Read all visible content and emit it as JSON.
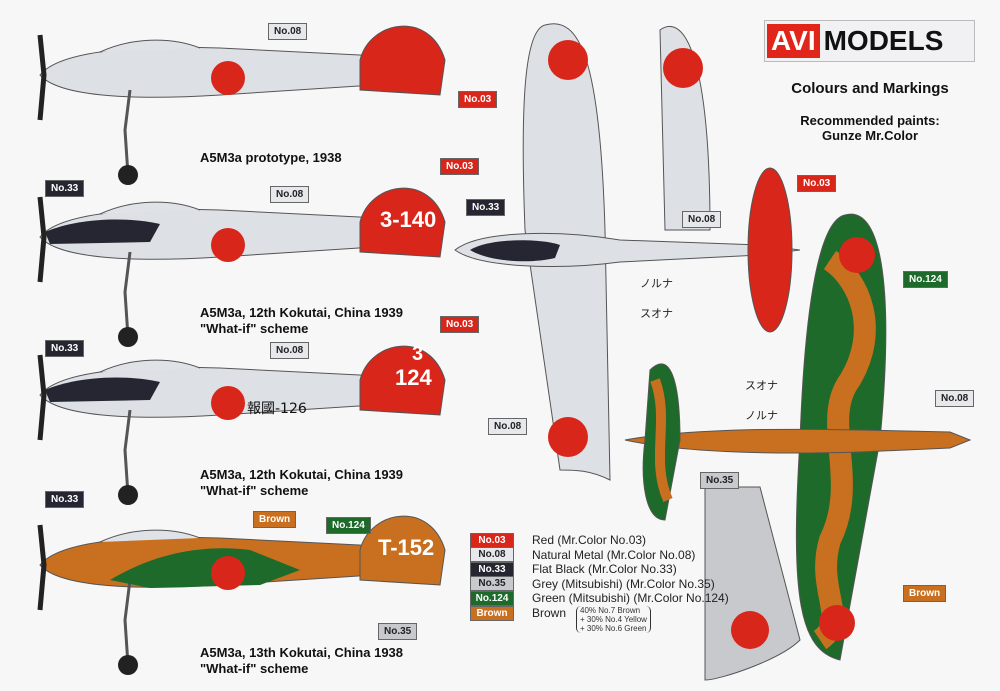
{
  "brand": {
    "left": "AVI",
    "right": "MODELS"
  },
  "heading": "Colours and Markings",
  "paints": {
    "line1": "Recommended paints:",
    "line2": "Gunze Mr.Color"
  },
  "schemes": [
    {
      "title": "A5M3a prototype, 1938",
      "subtitle": ""
    },
    {
      "title": "A5M3a, 12th Kokutai, China 1939",
      "subtitle": "\"What-if\" scheme",
      "tail_code": "3-140"
    },
    {
      "title": "A5M3a, 12th Kokutai, China 1939",
      "subtitle": "\"What-if\" scheme",
      "tail_code_top": "3",
      "tail_code_bottom": "124",
      "fuselage_text": "報國-126"
    },
    {
      "title": "A5M3a, 13th Kokutai, China 1938",
      "subtitle": "\"What-if\" scheme",
      "tail_code": "T-152"
    }
  ],
  "callouts": {
    "c03": "No.03",
    "c08": "No.08",
    "c33": "No.33",
    "c35": "No.35",
    "c124": "No.124",
    "brown": "Brown"
  },
  "wing_kana": {
    "a": "ノルナ",
    "b": "スオナ"
  },
  "legend": [
    {
      "code": "No.03",
      "text": "Red (Mr.Color No.03)",
      "color": "#d8261a"
    },
    {
      "code": "No.08",
      "text": "Natural Metal (Mr.Color No.08)",
      "color": "#e6e8ec"
    },
    {
      "code": "No.33",
      "text": "Flat Black (Mr.Color No.33)",
      "color": "#262633"
    },
    {
      "code": "No.35",
      "text": "Grey (Mitsubishi) (Mr.Color No.35)",
      "color": "#c8c9cd"
    },
    {
      "code": "No.124",
      "text": "Green (Mitsubishi) (Mr.Color No.124)",
      "color": "#1d6a2a"
    },
    {
      "code": "Brown",
      "text": "Brown",
      "color": "#c8701f",
      "mix": [
        "40% No.7 Brown",
        "+ 30% No.4 Yellow",
        "+ 30% No.6 Green"
      ]
    }
  ]
}
